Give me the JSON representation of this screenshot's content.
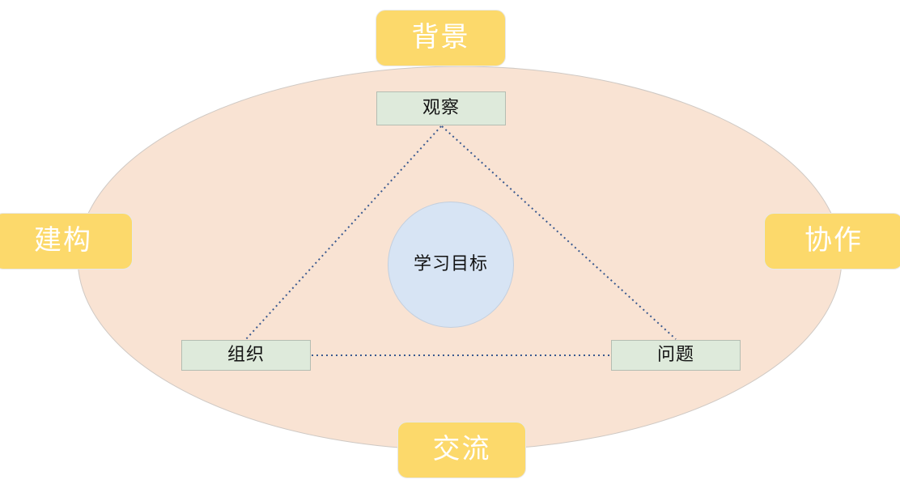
{
  "diagram": {
    "title": "",
    "background_color": "#FFFFFF",
    "ellipse": {
      "name": "context-ellipse",
      "fill": "#F9E3D3",
      "stroke": "#CFC9C4"
    },
    "outer_nodes": [
      {
        "id": "background",
        "label": "背景",
        "position": "top",
        "fill": "#FCD96B",
        "text_color": "#FFFFFF"
      },
      {
        "id": "construction",
        "label": "建构",
        "position": "left",
        "fill": "#FCD96B",
        "text_color": "#FFFFFF"
      },
      {
        "id": "collaboration",
        "label": "协作",
        "position": "right",
        "fill": "#FCD96B",
        "text_color": "#FFFFFF"
      },
      {
        "id": "communication",
        "label": "交流",
        "position": "bottom",
        "fill": "#FCD96B",
        "text_color": "#FFFFFF"
      }
    ],
    "inner_nodes": [
      {
        "id": "observation",
        "label": "观察",
        "position": "top",
        "fill": "#DEEADB",
        "text_color": "#121212"
      },
      {
        "id": "organization",
        "label": "组织",
        "position": "bottom-left",
        "fill": "#DEEADB",
        "text_color": "#121212"
      },
      {
        "id": "question",
        "label": "问题",
        "position": "bottom-right",
        "fill": "#DEEADB",
        "text_color": "#121212"
      }
    ],
    "center_node": {
      "id": "learning-goal",
      "label": "学习目标",
      "fill": "#D7E4F4",
      "text_color": "#121212"
    },
    "connectors": {
      "style": "dotted",
      "color": "#3B5A8F",
      "edges": [
        {
          "from": "observation",
          "to": "organization"
        },
        {
          "from": "observation",
          "to": "question"
        },
        {
          "from": "organization",
          "to": "question"
        }
      ]
    }
  }
}
